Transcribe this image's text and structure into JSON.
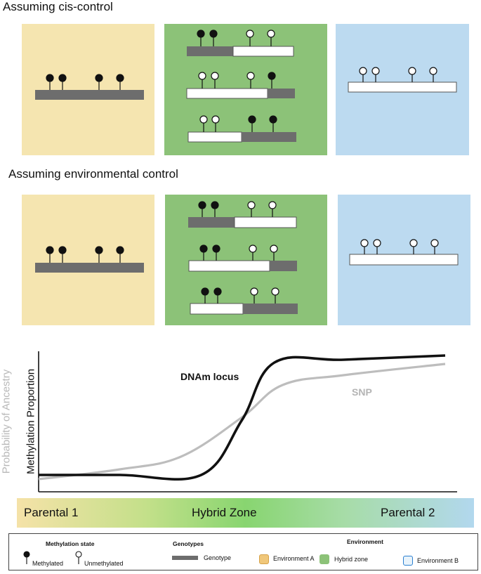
{
  "sections": {
    "cis_title": "Assuming cis-control",
    "env_title": "Assuming environmental control"
  },
  "chart": {
    "dnam_label": "DNAm locus",
    "snp_label": "SNP",
    "ylabel_primary": "Methylation Proportion",
    "ylabel_secondary": "Probability of Ancestry"
  },
  "chart_data": {
    "type": "line",
    "xlabel": "",
    "ylabel": "Methylation Proportion",
    "y2label": "Probability of Ancestry",
    "series": [
      {
        "name": "DNAm locus",
        "x": [
          0,
          0.2,
          0.4,
          0.5,
          0.58,
          0.75,
          1.0
        ],
        "y": [
          0.06,
          0.06,
          0.06,
          0.45,
          0.86,
          0.88,
          0.91
        ]
      },
      {
        "name": "SNP",
        "x": [
          0,
          0.2,
          0.35,
          0.5,
          0.6,
          0.75,
          1.0
        ],
        "y": [
          0.03,
          0.1,
          0.19,
          0.47,
          0.7,
          0.77,
          0.85
        ]
      }
    ],
    "grid": false
  },
  "gradient": {
    "left": "Parental 1",
    "center": "Hybrid Zone",
    "right": "Parental 2"
  },
  "legend": {
    "methylation_title": "Methylation state",
    "methylated": "Methylated",
    "unmethylated": "Unmethylated",
    "genotypes_title": "Genotypes",
    "genotype": "Genotype",
    "environment_title": "Environment",
    "env_a": "Environment A",
    "hybrid": "Hybrid zone",
    "env_b": "Environment B"
  },
  "colors": {
    "env_a": "#f5e5b0",
    "hybrid": "#8cc278",
    "env_b": "#bcdaf0",
    "genotype_gray": "#6d6d6d",
    "dnam_line": "#111111",
    "snp_line": "#bdbdbd",
    "secondary_label": "#b8b8b8"
  },
  "icons": [
    "methylated-lollipop-icon",
    "unmethylated-lollipop-icon",
    "genotype-bar-icon"
  ]
}
